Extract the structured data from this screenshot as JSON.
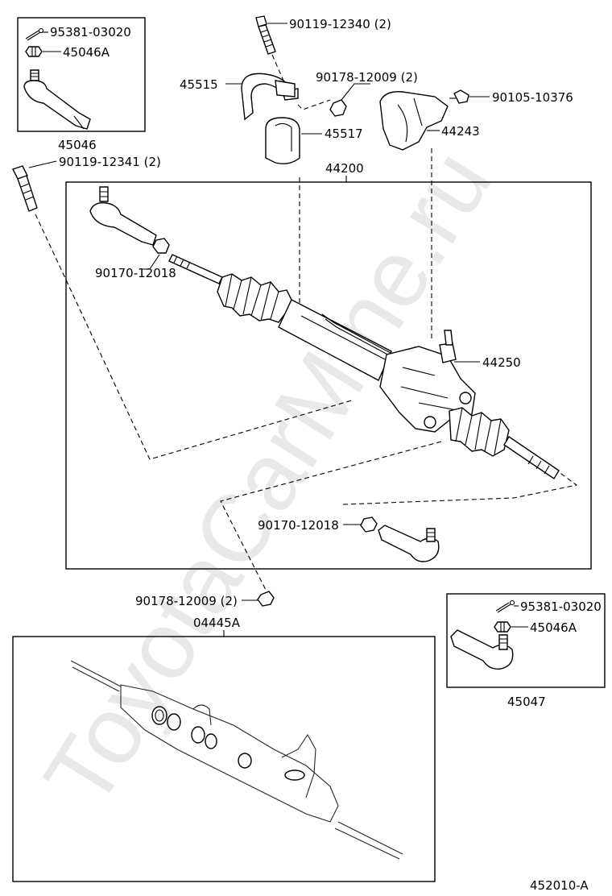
{
  "watermark": "ToyotaCarMine.ru",
  "diagram_code": "452010-A",
  "boxes": {
    "tie_rod_end_lh": {
      "label": "45046",
      "parts": {
        "cotter_pin": "95381-03020",
        "nut": "45046A"
      }
    },
    "tie_rod_end_rh": {
      "label": "45047",
      "parts": {
        "cotter_pin": "95381-03020",
        "nut": "45046A"
      }
    },
    "steering_gear_assy": {
      "label": "44200"
    },
    "gasket_kit": {
      "label": "04445A"
    }
  },
  "callouts": {
    "bolt_top": "90119-12340 (2)",
    "bracket_45515": "45515",
    "nut_top": "90178-12009 (2)",
    "bolt_right": "90105-10376",
    "bushing_45517": "45517",
    "cover_44243": "44243",
    "bolt_left": "90119-12341 (2)",
    "lock_nut_left": "90170-12018",
    "valve_44250": "44250",
    "lock_nut_right": "90170-12018",
    "nut_bottom": "90178-12009 (2)"
  }
}
